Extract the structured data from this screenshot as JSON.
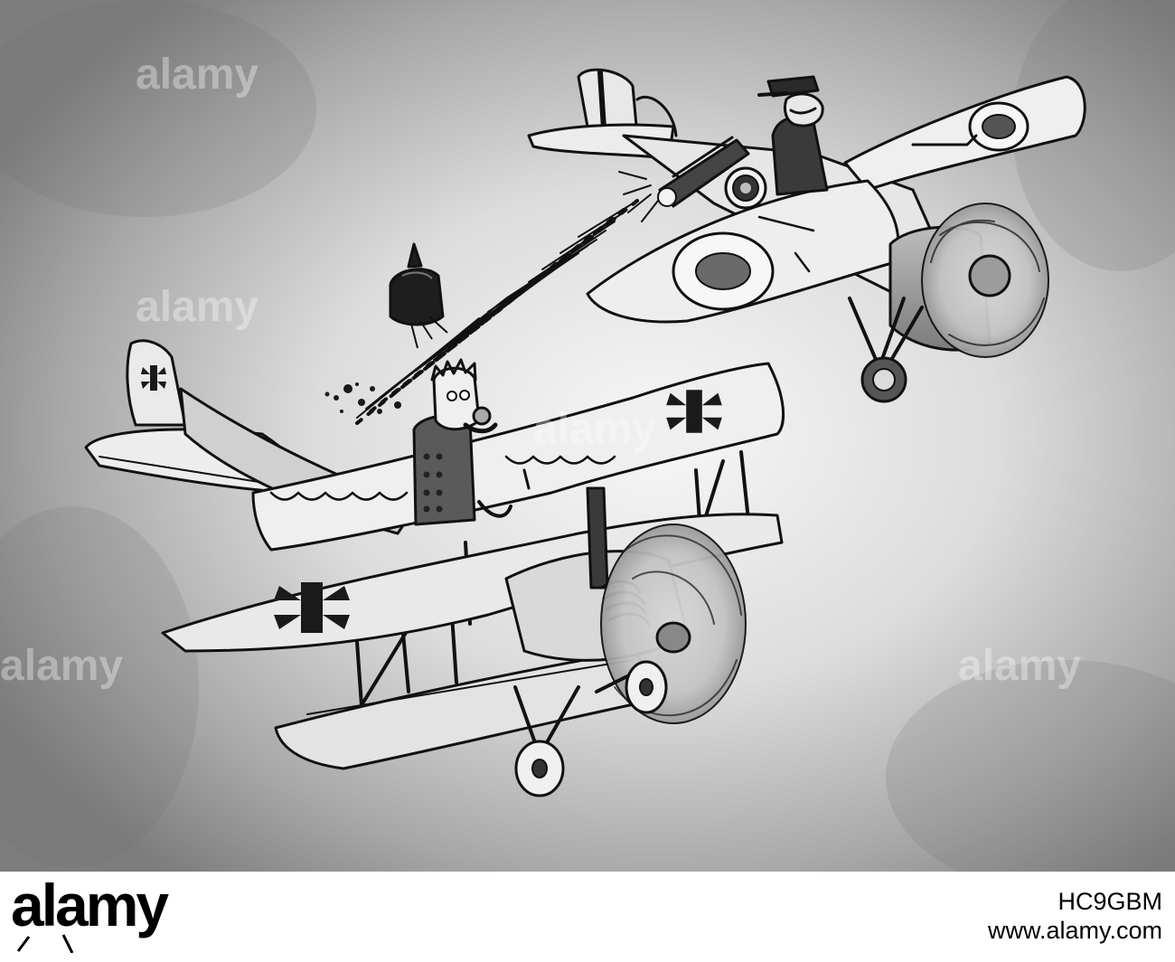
{
  "watermark": {
    "brand": "alamy",
    "overlay_texts": [
      "alamy",
      "alamy",
      "alamy",
      "alamy",
      "alamy"
    ]
  },
  "credit": {
    "site": "www.alamy.com",
    "image_id": "HC9GBM"
  },
  "colors": {
    "sky_light": "#f2f2f2",
    "sky_dark": "#8a8a8a",
    "ink": "#111111",
    "cross": "#1a1a1a"
  },
  "icons": [
    "alamy-logo-icon",
    "iron-cross-icon",
    "roundel-icon"
  ]
}
